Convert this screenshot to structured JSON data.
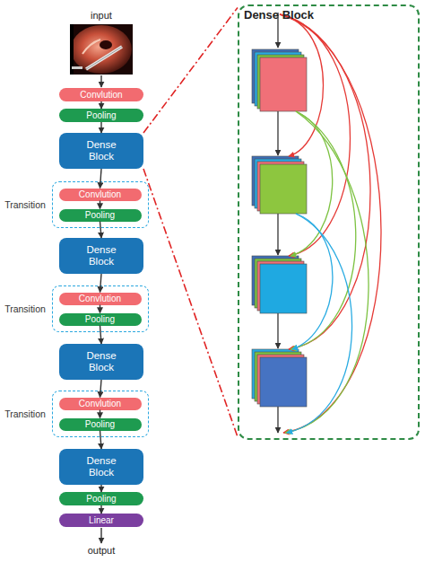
{
  "diagram": {
    "nodes": [
      {
        "text": [
          "Convlution"
        ]
      },
      {
        "text": [
          "Pooling"
        ]
      },
      {
        "text": [
          "Dense Block"
        ]
      },
      {
        "text": [
          "Transition"
        ]
      },
      {
        "text": [
          "Convlution"
        ],
        "in": 3
      },
      {
        "text": [
          "Pooling"
        ],
        "in": 3
      },
      {
        "text": [
          "Dense Block"
        ]
      },
      {
        "text": [
          "Transition"
        ]
      },
      {
        "text": [
          "Convlution"
        ],
        "in": 7
      },
      {
        "text": [
          "Pooling"
        ],
        "in": 7
      },
      {
        "text": [
          "Dense Block"
        ]
      },
      {
        "text": [
          "Transition"
        ]
      },
      {
        "text": [
          "Convlution"
        ],
        "in": 11
      },
      {
        "text": [
          "Pooling"
        ],
        "in": 11
      },
      {
        "text": [
          "Dense Block"
        ]
      },
      {
        "text": [
          "Pooling"
        ]
      },
      {
        "text": [
          "Linear"
        ]
      },
      {
        "text": [
          "Dense Block"
        ]
      }
    ],
    "edges": [
      {
        "from": 0,
        "to": 1,
        "arrow": "to"
      },
      {
        "from": 1,
        "to": 2,
        "arrow": "to"
      },
      {
        "from": 2,
        "to": 4,
        "arrow": "to"
      },
      {
        "from": 4,
        "to": 5,
        "arrow": "to"
      },
      {
        "from": 5,
        "to": 6,
        "arrow": "to"
      },
      {
        "from": 6,
        "to": 8,
        "arrow": "to"
      },
      {
        "from": 8,
        "to": 9,
        "arrow": "to"
      },
      {
        "from": 9,
        "to": 10,
        "arrow": "to"
      },
      {
        "from": 10,
        "to": 12,
        "arrow": "to"
      },
      {
        "from": 12,
        "to": 13,
        "arrow": "to"
      },
      {
        "from": 13,
        "to": 14,
        "arrow": "to"
      },
      {
        "from": 14,
        "to": 15,
        "arrow": "to"
      },
      {
        "from": 15,
        "to": 16,
        "arrow": "to"
      },
      {
        "from": 2,
        "to": 17,
        "arrow": "none"
      },
      {
        "from": 2,
        "to": 17,
        "arrow": "none"
      }
    ],
    "labels": [
      "input",
      "output"
    ]
  }
}
